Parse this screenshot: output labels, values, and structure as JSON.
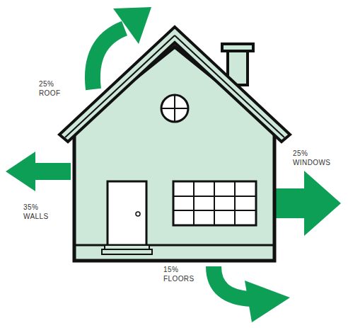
{
  "diagram": {
    "labels": [
      "25% ROOF",
      "35% WALLS",
      "25% WINDOWS",
      "15% FLOORS"
    ]
  }
}
